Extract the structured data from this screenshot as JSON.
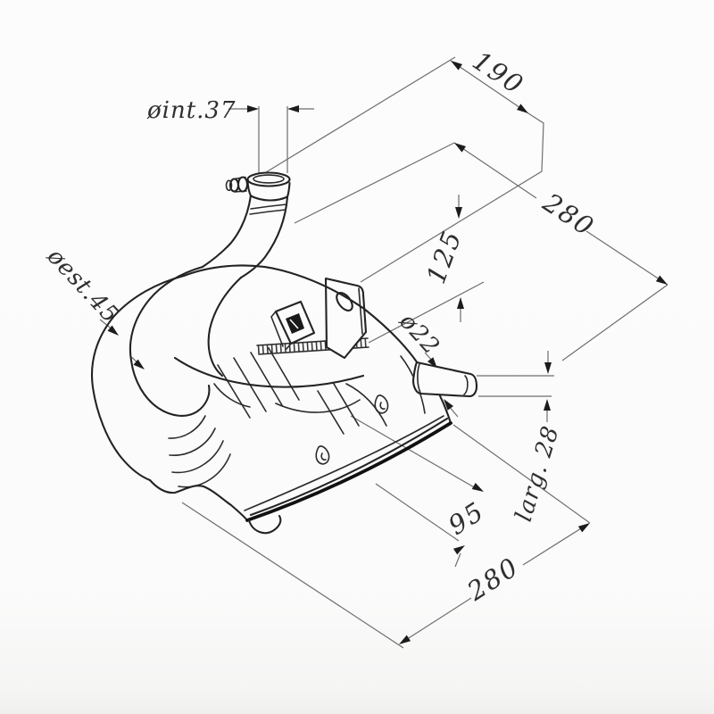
{
  "drawing": {
    "subject": "scooter exhaust muffler isometric line drawing with dimensions",
    "units_note": "",
    "colors": {
      "background": "#fbfbfb",
      "artwork_line": "#232323",
      "dimension_line": "#6e6e6e",
      "text": "#2f2f2f"
    }
  },
  "labels": {
    "inlet_inner_dia": "øint.37",
    "dim_190": "190",
    "dim_280_top": "280",
    "dim_125": "125",
    "outlet_dia": "ø22",
    "pipe_outer_dia": "øest.45",
    "width_label": "larg. 28",
    "dim_95": "95",
    "dim_280_bottom": "280"
  },
  "dimension_values": {
    "inlet_inner_diameter_mm": 37,
    "inlet_to_bracket_mm": 190,
    "length_top_mm": 280,
    "height_mm": 125,
    "outlet_diameter_mm": 22,
    "pipe_outer_diameter_mm": 45,
    "outlet_width_mm": 28,
    "rear_offset_mm": 95,
    "length_bottom_mm": 280
  }
}
